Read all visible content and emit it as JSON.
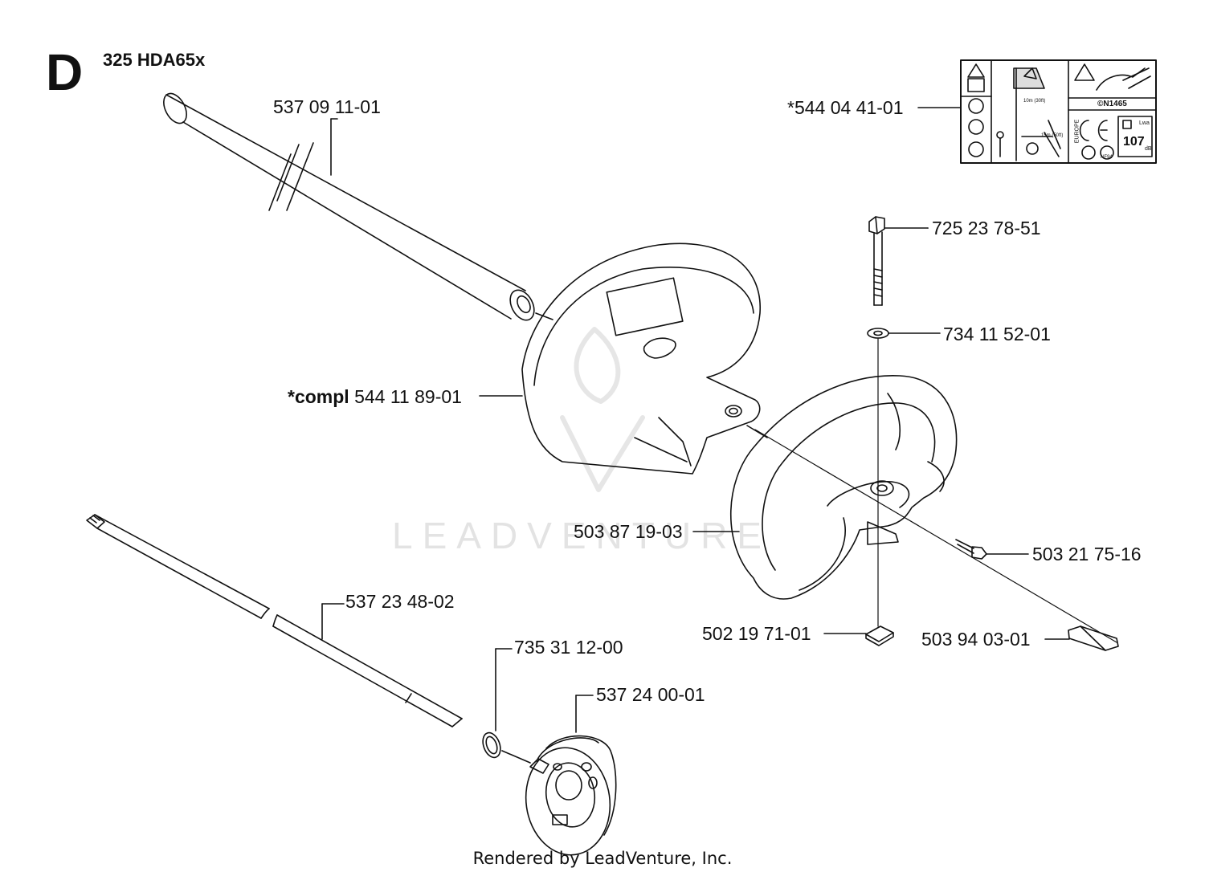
{
  "header": {
    "section_letter": "D",
    "model": "325 HDA65x"
  },
  "labels": {
    "tube": "537 09 11-01",
    "decal": "*544 04 41-01",
    "screw_top": "725 23 78-51",
    "washer": "734 11 52-01",
    "guard_prefix": "*compl",
    "guard_number": "544 11 89-01",
    "handle": "503 87 19-03",
    "bolt": "503 21 75-16",
    "shaft": "537 23 48-02",
    "oring": "735 31 12-00",
    "clutch_drum": "537 24 00-01",
    "nut": "502 19 71-01",
    "cable": "503 94 03-01"
  },
  "decal_text": {
    "cert_code": "©N1465",
    "region": "EUROPE",
    "sound_value": "107",
    "sound_unit": "dB",
    "sound_label": "Lwa",
    "distance_1": "10m (30ft)",
    "distance_2": "15m (50ft)",
    "nf": "NF94"
  },
  "watermark": "LEADVENTURE",
  "footer": "Rendered by LeadVenture, Inc.",
  "colors": {
    "line": "#111111",
    "watermark": "#e3e3e3"
  }
}
